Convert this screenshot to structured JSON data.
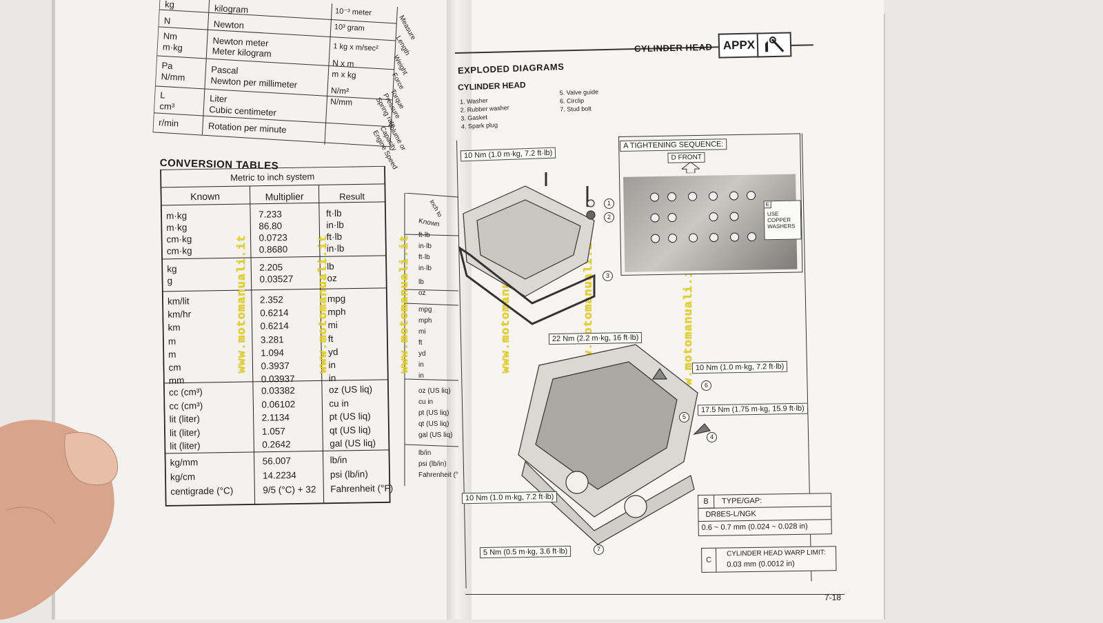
{
  "units_table": {
    "rows": [
      {
        "abbr": "kg",
        "name": "kilogram",
        "def": "10⁻³ meter",
        "meas": "Measure"
      },
      {
        "abbr": "N",
        "name": "Newton",
        "def": "10³ gram",
        "meas": "Length"
      },
      {
        "abbr": "Nm\nm·kg",
        "name": "Newton meter\nMeter kilogram",
        "def": "1 kg x m/sec²",
        "meas": "Weight"
      },
      {
        "abbr": "Pa\nN/mm",
        "name": "Pascal\nNewton per millimeter",
        "def": "N x m\nm x kg",
        "meas": "Force"
      },
      {
        "abbr": "L\ncm³",
        "name": "Liter\nCubic centimeter",
        "def": "N/m²\nN/mm",
        "meas": "Torque\nPressure\nSpring rate"
      },
      {
        "abbr": "r/min",
        "name": "Rotation per minute",
        "def": "",
        "meas": "Volume or Capacity\nEngine Speed"
      }
    ]
  },
  "conversion": {
    "heading": "CONVERSION TABLES",
    "subheading": "Metric to inch system",
    "col_known": "Known",
    "col_multiplier": "Multiplier",
    "col_result": "Result",
    "groups": [
      {
        "known": [
          "m·kg",
          "m·kg",
          "cm·kg",
          "cm·kg"
        ],
        "mult": [
          "7.233",
          "86.80",
          "0.0723",
          "0.8680"
        ],
        "result": [
          "ft·lb",
          "in·lb",
          "ft·lb",
          "in·lb"
        ]
      },
      {
        "known": [
          "kg",
          "g"
        ],
        "mult": [
          "2.205",
          "0.03527"
        ],
        "result": [
          "lb",
          "oz"
        ]
      },
      {
        "known": [
          "km/lit",
          "km/hr",
          "km",
          "m",
          "m",
          "cm",
          "mm"
        ],
        "mult": [
          "2.352",
          "0.6214",
          "0.6214",
          "3.281",
          "1.094",
          "0.3937",
          "0.03937"
        ],
        "result": [
          "mpg",
          "mph",
          "mi",
          "ft",
          "yd",
          "in",
          "in"
        ]
      },
      {
        "known": [
          "cc (cm³)",
          "cc (cm³)",
          "lit (liter)",
          "lit (liter)",
          "lit (liter)"
        ],
        "mult": [
          "0.03382",
          "0.06102",
          "2.1134",
          "1.057",
          "0.2642"
        ],
        "result": [
          "oz (US liq)",
          "cu in",
          "pt (US liq)",
          "qt (US liq)",
          "gal (US liq)"
        ]
      },
      {
        "known": [
          "kg/mm",
          "kg/cm",
          "centigrade (°C)"
        ],
        "mult": [
          "56.007",
          "14.2234",
          "9/5 (°C) + 32"
        ],
        "result": [
          "lb/in",
          "psi (lb/in)",
          "Fahrenheit (°F)"
        ]
      }
    ]
  },
  "partial_table": {
    "header1": "Inch to",
    "header2": "Known",
    "items": [
      "ft·lb",
      "in·lb",
      "ft·lb",
      "in·lb",
      "lb",
      "oz",
      "mpg",
      "mph",
      "mi",
      "ft",
      "yd",
      "in",
      "in",
      "oz (US liq)",
      "cu in",
      "pt (US liq)",
      "qt (US liq)",
      "gal (US liq)",
      "lb/in",
      "psi (lb/in)",
      "Fahrenheit (°F)"
    ]
  },
  "watermark": "www.motomanuali.it",
  "right": {
    "header": "CYLINDER HEAD",
    "badge": "APPX",
    "title": "EXPLODED DIAGRAMS",
    "subtitle": "CYLINDER HEAD",
    "parts_left": [
      "1. Washer",
      "2. Rubber washer",
      "3. Gasket",
      "4. Spark plug"
    ],
    "parts_right": [
      "5. Valve guide",
      "6. Circlip",
      "7. Stud bolt"
    ],
    "torque_labels": [
      "10 Nm (1.0 m·kg, 7.2 ft·lb)",
      "22 Nm (2.2 m·kg, 16 ft·lb)",
      "10 Nm (1.0 m·kg, 7.2 ft·lb)",
      "17.5 Nm (1.75 m·kg, 15.9 ft·lb)",
      "10 Nm (1.0 m·kg, 7.2 ft·lb)",
      "5 Nm (0.5 m·kg, 3.6 ft·lb)"
    ],
    "inset_a": "A  TIGHTENING SEQUENCE:",
    "inset_d": "D  FRONT",
    "inset_e": "E",
    "inset_e_text": "USE\nCOPPER\nWASHERS",
    "box_b_label": "B",
    "box_b_title": "TYPE/GAP:",
    "box_b_type": "DR8ES-L/NGK",
    "box_b_gap": "0.6 ~ 0.7 mm (0.024 ~ 0.028 in)",
    "box_c_label": "C",
    "box_c_title": "CYLINDER HEAD WARP LIMIT:",
    "box_c_value": "0.03 mm (0.0012 in)",
    "page_number": "7-18",
    "callouts": [
      "1",
      "2",
      "3",
      "4",
      "5",
      "6",
      "7"
    ]
  }
}
